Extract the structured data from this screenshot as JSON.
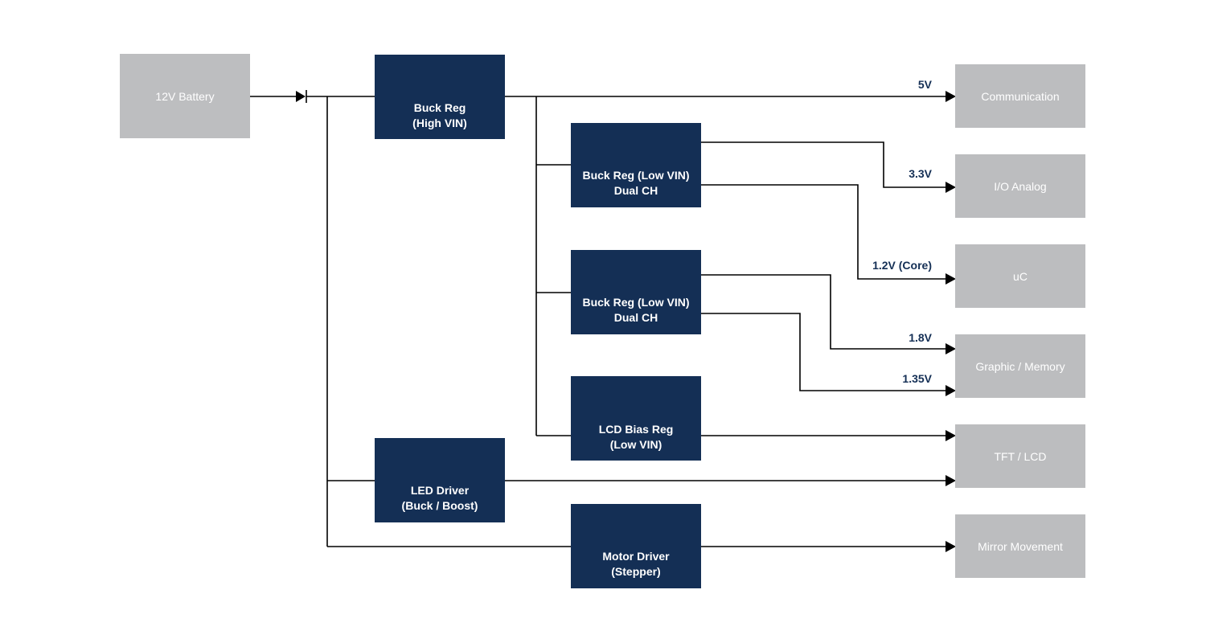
{
  "source": {
    "label": "12V Battery"
  },
  "regulators": {
    "buck_high": {
      "line1": "Buck Reg",
      "line2": "(High VIN)"
    },
    "buck_low_1": {
      "line1": "Buck Reg (Low VIN)",
      "line2": "Dual CH"
    },
    "buck_low_2": {
      "line1": "Buck Reg (Low VIN)",
      "line2": "Dual CH"
    },
    "lcd_bias": {
      "line1": "LCD Bias Reg",
      "line2": "(Low VIN)"
    },
    "led_driver": {
      "line1": "LED Driver",
      "line2": "(Buck / Boost)"
    },
    "motor_driver": {
      "line1": "Motor Driver",
      "line2": "(Stepper)"
    }
  },
  "loads": {
    "communication": "Communication",
    "io_analog": "I/O Analog",
    "uc": "uC",
    "graphic_memory": "Graphic / Memory",
    "tft_lcd": "TFT / LCD",
    "mirror_movement": "Mirror Movement"
  },
  "voltages": {
    "v5": "5V",
    "v3_3": "3.3V",
    "v1_2": "1.2V (Core)",
    "v1_8": "1.8V",
    "v1_35": "1.35V"
  },
  "colors": {
    "regulator_fill": "#142f55",
    "block_fill": "#bcbdbf",
    "label_text": "#142f55",
    "wire": "#000000"
  }
}
